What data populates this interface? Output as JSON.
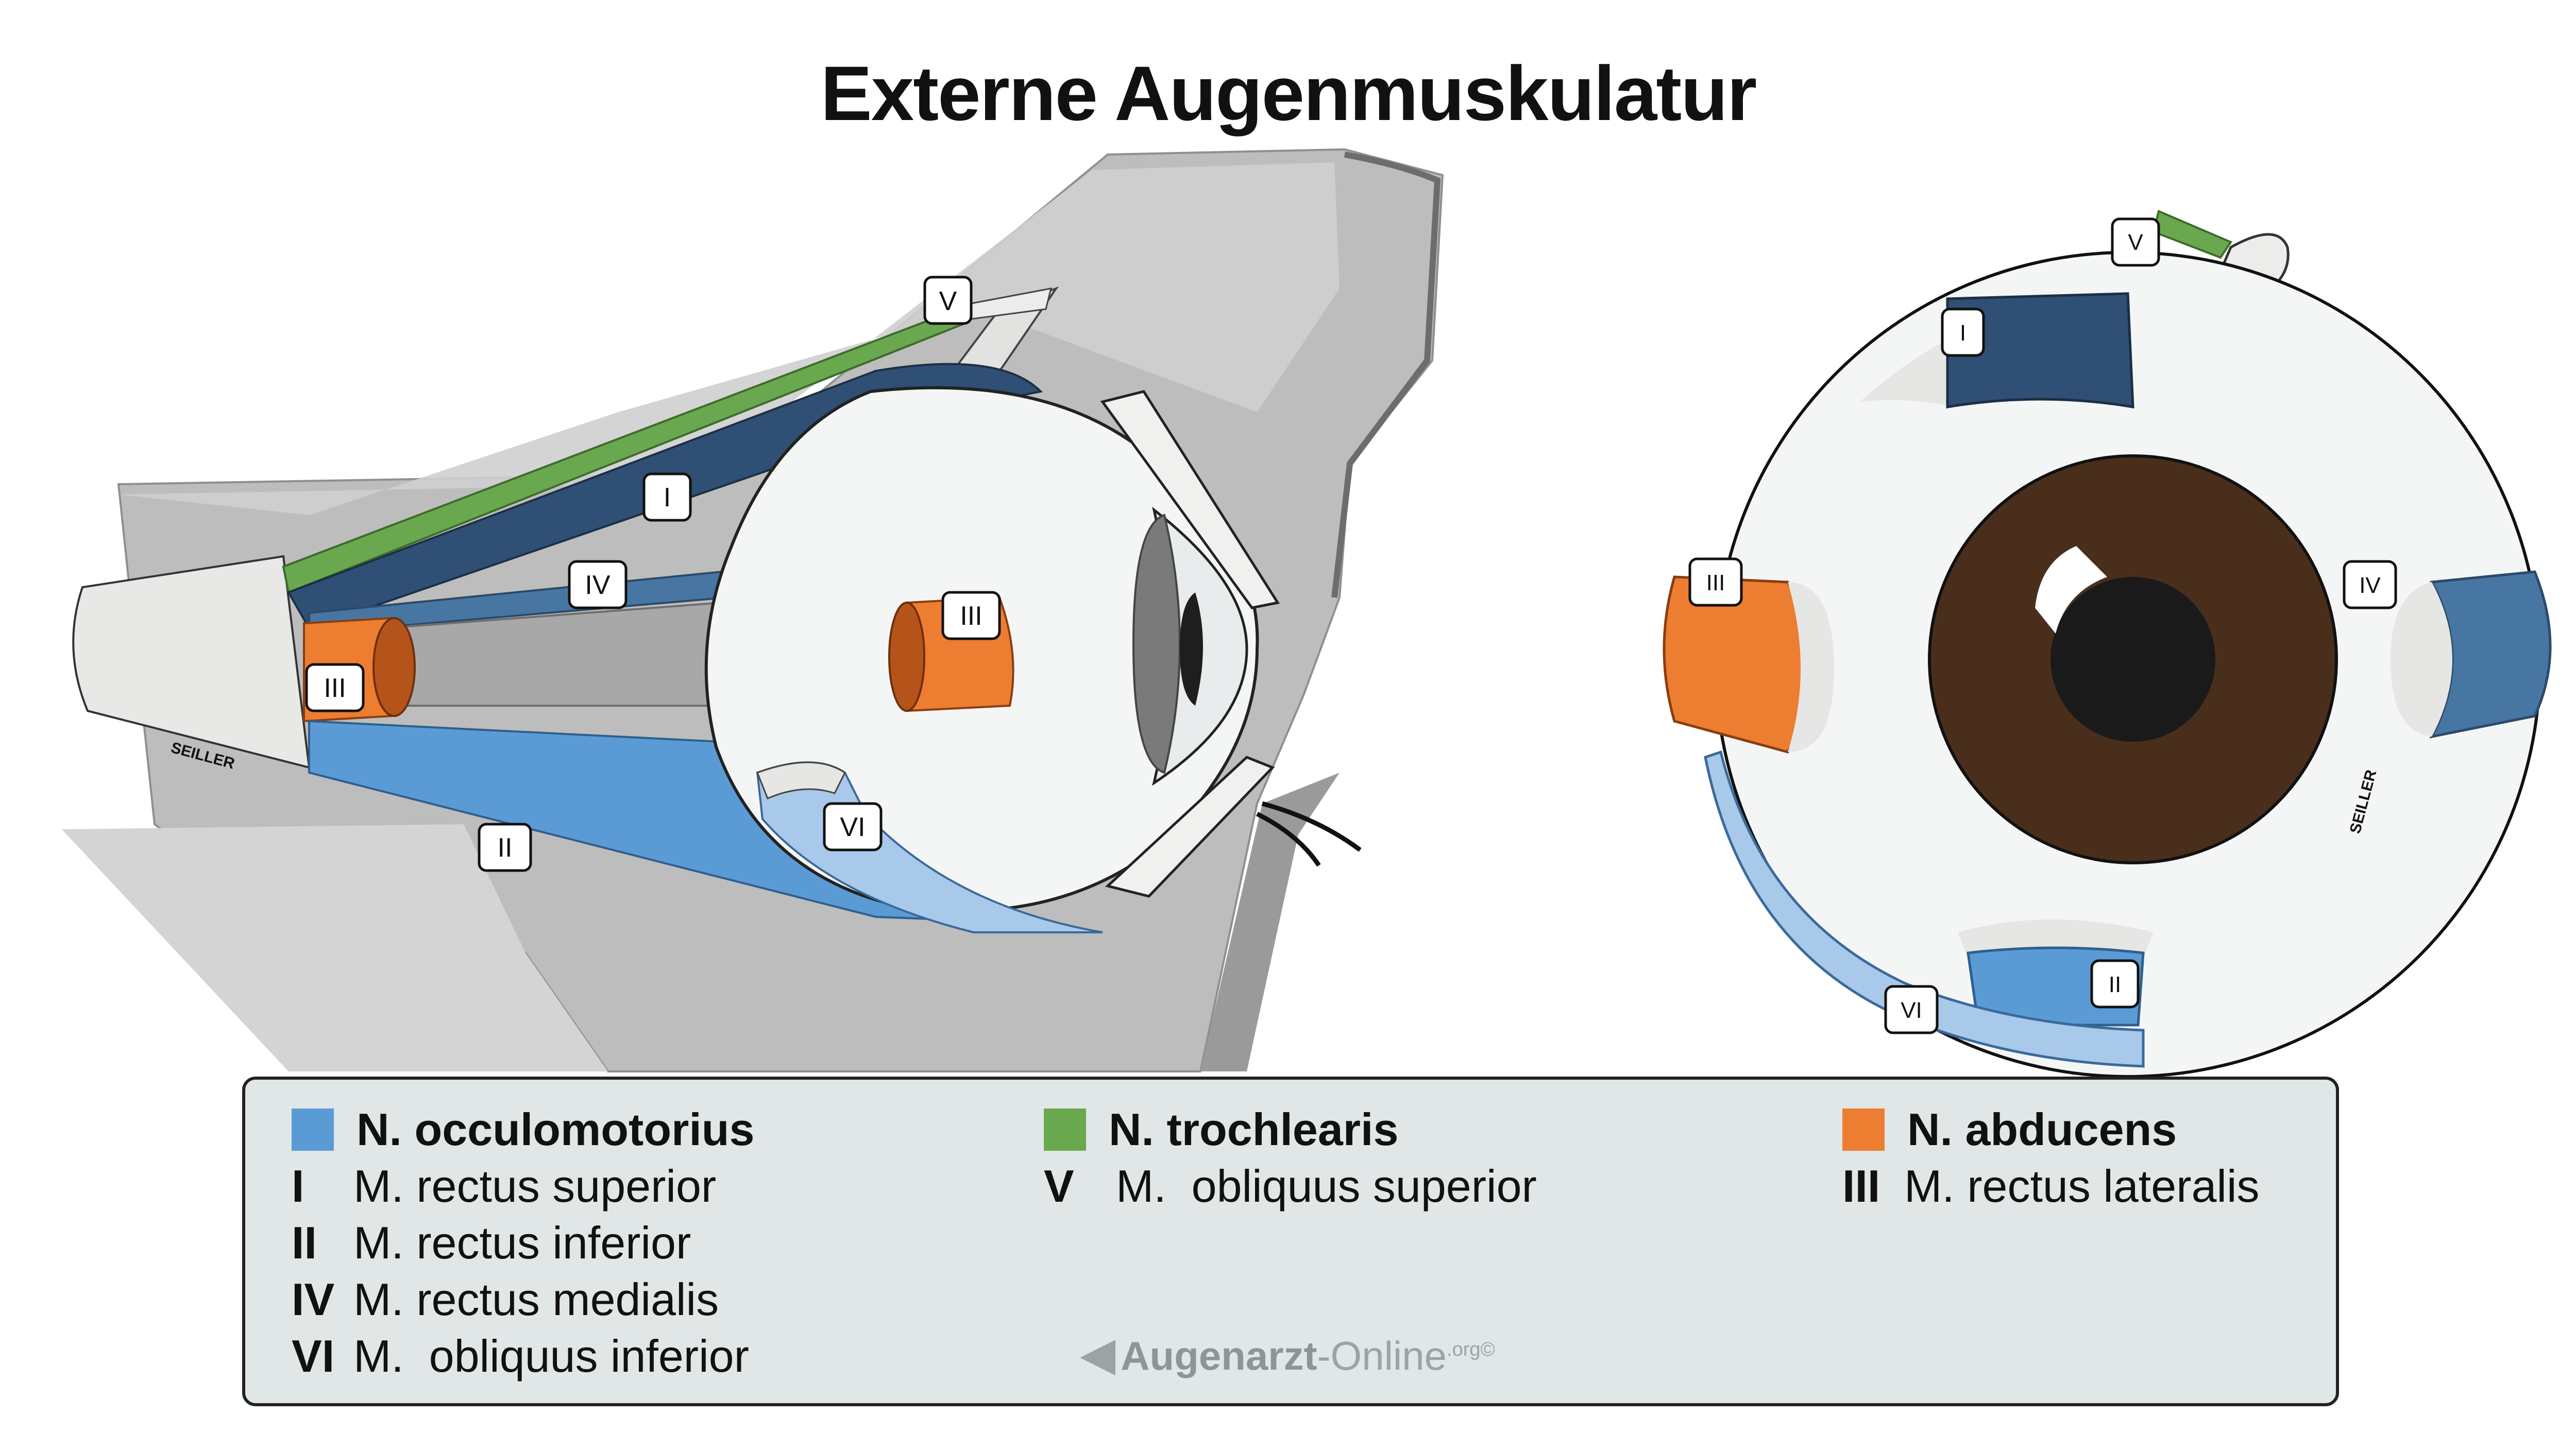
{
  "title": "Externe Augenmuskulatur",
  "signature": "SEILLER",
  "figure_left_labels": {
    "superior_oblique": "V",
    "superior_rectus": "I",
    "medial_rectus": "IV",
    "lateral_rectus_apex": "III",
    "lateral_rectus_globe": "III",
    "inferior_rectus": "II",
    "inferior_oblique": "VI"
  },
  "figure_right_labels": {
    "superior_oblique": "V",
    "superior_rectus": "I",
    "lateral_rectus": "III",
    "medial_rectus": "IV",
    "inferior_rectus": "II",
    "inferior_oblique": "VI"
  },
  "colors": {
    "oculomotor": "#5b9bd5",
    "oculomotor_dark": "#2f4f74",
    "medial_blue": "#4876a3",
    "inferior_oblique_light": "#a9c9ea",
    "trochlear": "#6aa84f",
    "abducens": "#ed7d31",
    "iris": "#4a2e1c",
    "bone": "#bdbdbd",
    "bone_dark": "#a2a2a2",
    "sclera": "#f4f6f6"
  },
  "legend": {
    "columns": [
      {
        "header": "N. occulomotorius",
        "color": "#5b9bd5",
        "items": [
          {
            "num": "I",
            "text": "M. rectus superior"
          },
          {
            "num": "II",
            "text": "M. rectus inferior"
          },
          {
            "num": "IV",
            "text": "M. rectus medialis"
          },
          {
            "num": "VI",
            "text": "M.  obliquus inferior"
          }
        ]
      },
      {
        "header": "N. trochlearis",
        "color": "#6aa84f",
        "items": [
          {
            "num": "V",
            "text": "M.  obliquus superior"
          }
        ]
      },
      {
        "header": "N. abducens",
        "color": "#ed7d31",
        "items": [
          {
            "num": "III",
            "text": "M. rectus lateralis"
          }
        ]
      }
    ],
    "watermark": {
      "brand": "Augenarzt",
      "suffix": "-Online",
      "tld": ".org",
      "mark": "©"
    }
  }
}
